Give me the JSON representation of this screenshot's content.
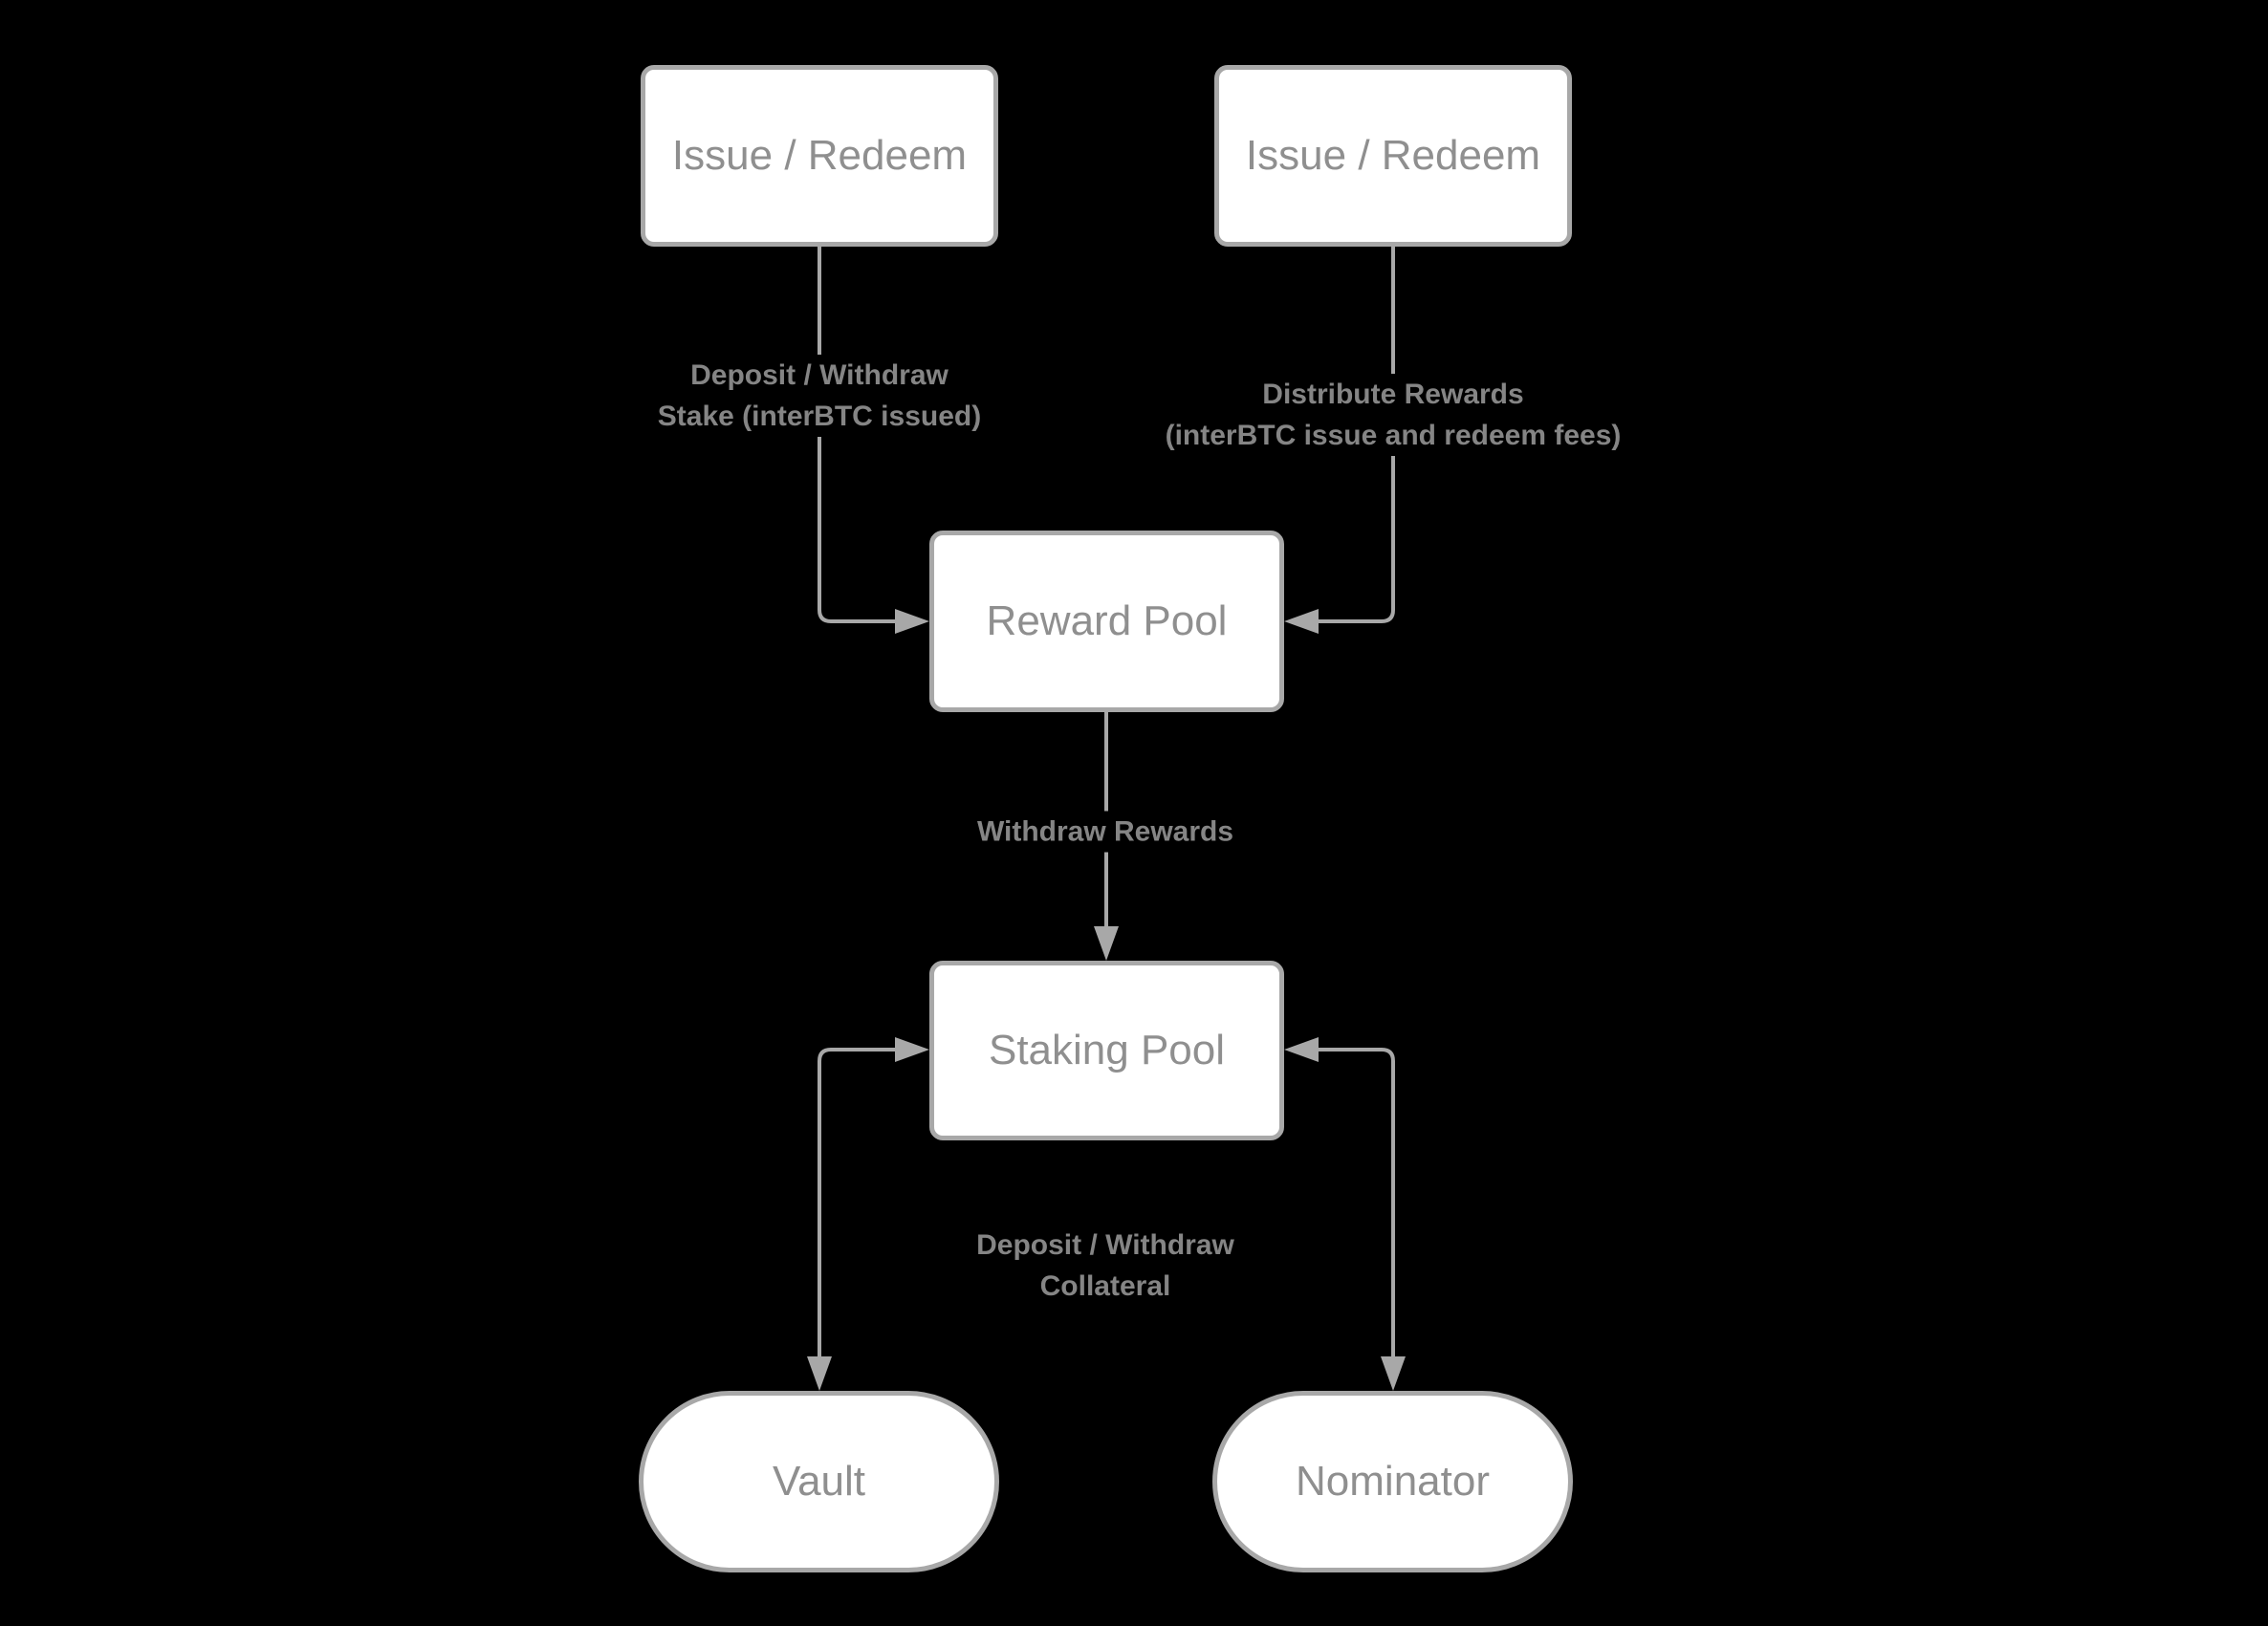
{
  "theme": {
    "background": "#000000",
    "node_fill": "#ffffff",
    "node_border": "#a8a8a8",
    "node_text": "#8f8f8f",
    "edge_color": "#a8a8a8",
    "edge_label_text": "#858585"
  },
  "diagram": {
    "type": "flowchart",
    "nodes": {
      "issue_redeem_left": {
        "label": "Issue / Redeem",
        "shape": "rounded-rectangle"
      },
      "issue_redeem_right": {
        "label": "Issue / Redeem",
        "shape": "rounded-rectangle"
      },
      "reward_pool": {
        "label": "Reward Pool",
        "shape": "rounded-rectangle"
      },
      "staking_pool": {
        "label": "Staking Pool",
        "shape": "rounded-rectangle"
      },
      "vault": {
        "label": "Vault",
        "shape": "stadium"
      },
      "nominator": {
        "label": "Nominator",
        "shape": "stadium"
      }
    },
    "edges": {
      "deposit_withdraw_stake": {
        "label": "Deposit / Withdraw\nStake (interBTC issued)",
        "from": "issue_redeem_left",
        "to": "reward_pool"
      },
      "distribute_rewards": {
        "label": "Distribute Rewards\n(interBTC issue and redeem fees)",
        "from": "issue_redeem_right",
        "to": "reward_pool"
      },
      "withdraw_rewards": {
        "label": "Withdraw Rewards",
        "from": "reward_pool",
        "to": "staking_pool"
      },
      "deposit_withdraw_collateral": {
        "label": "Deposit / Withdraw\nCollateral",
        "from": "staking_pool",
        "to": "vault_and_nominator"
      }
    }
  }
}
